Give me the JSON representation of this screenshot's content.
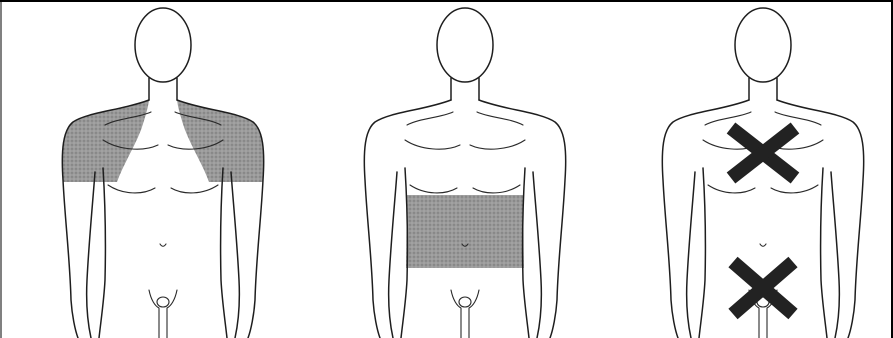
{
  "figures": [
    {
      "id": "shoulders",
      "region": "shoulders-and-upper-arms",
      "shaded": true
    },
    {
      "id": "abdomen",
      "region": "abdomen",
      "shaded": true
    },
    {
      "id": "chest-and-groin",
      "region": "chest-and-lower-abdomen",
      "marked": "x"
    }
  ],
  "colors": {
    "background": "#ffffff",
    "line": "#1e1e1e",
    "shading": "#8c8c8c",
    "x_mark": "#222222",
    "border": "#000000"
  }
}
